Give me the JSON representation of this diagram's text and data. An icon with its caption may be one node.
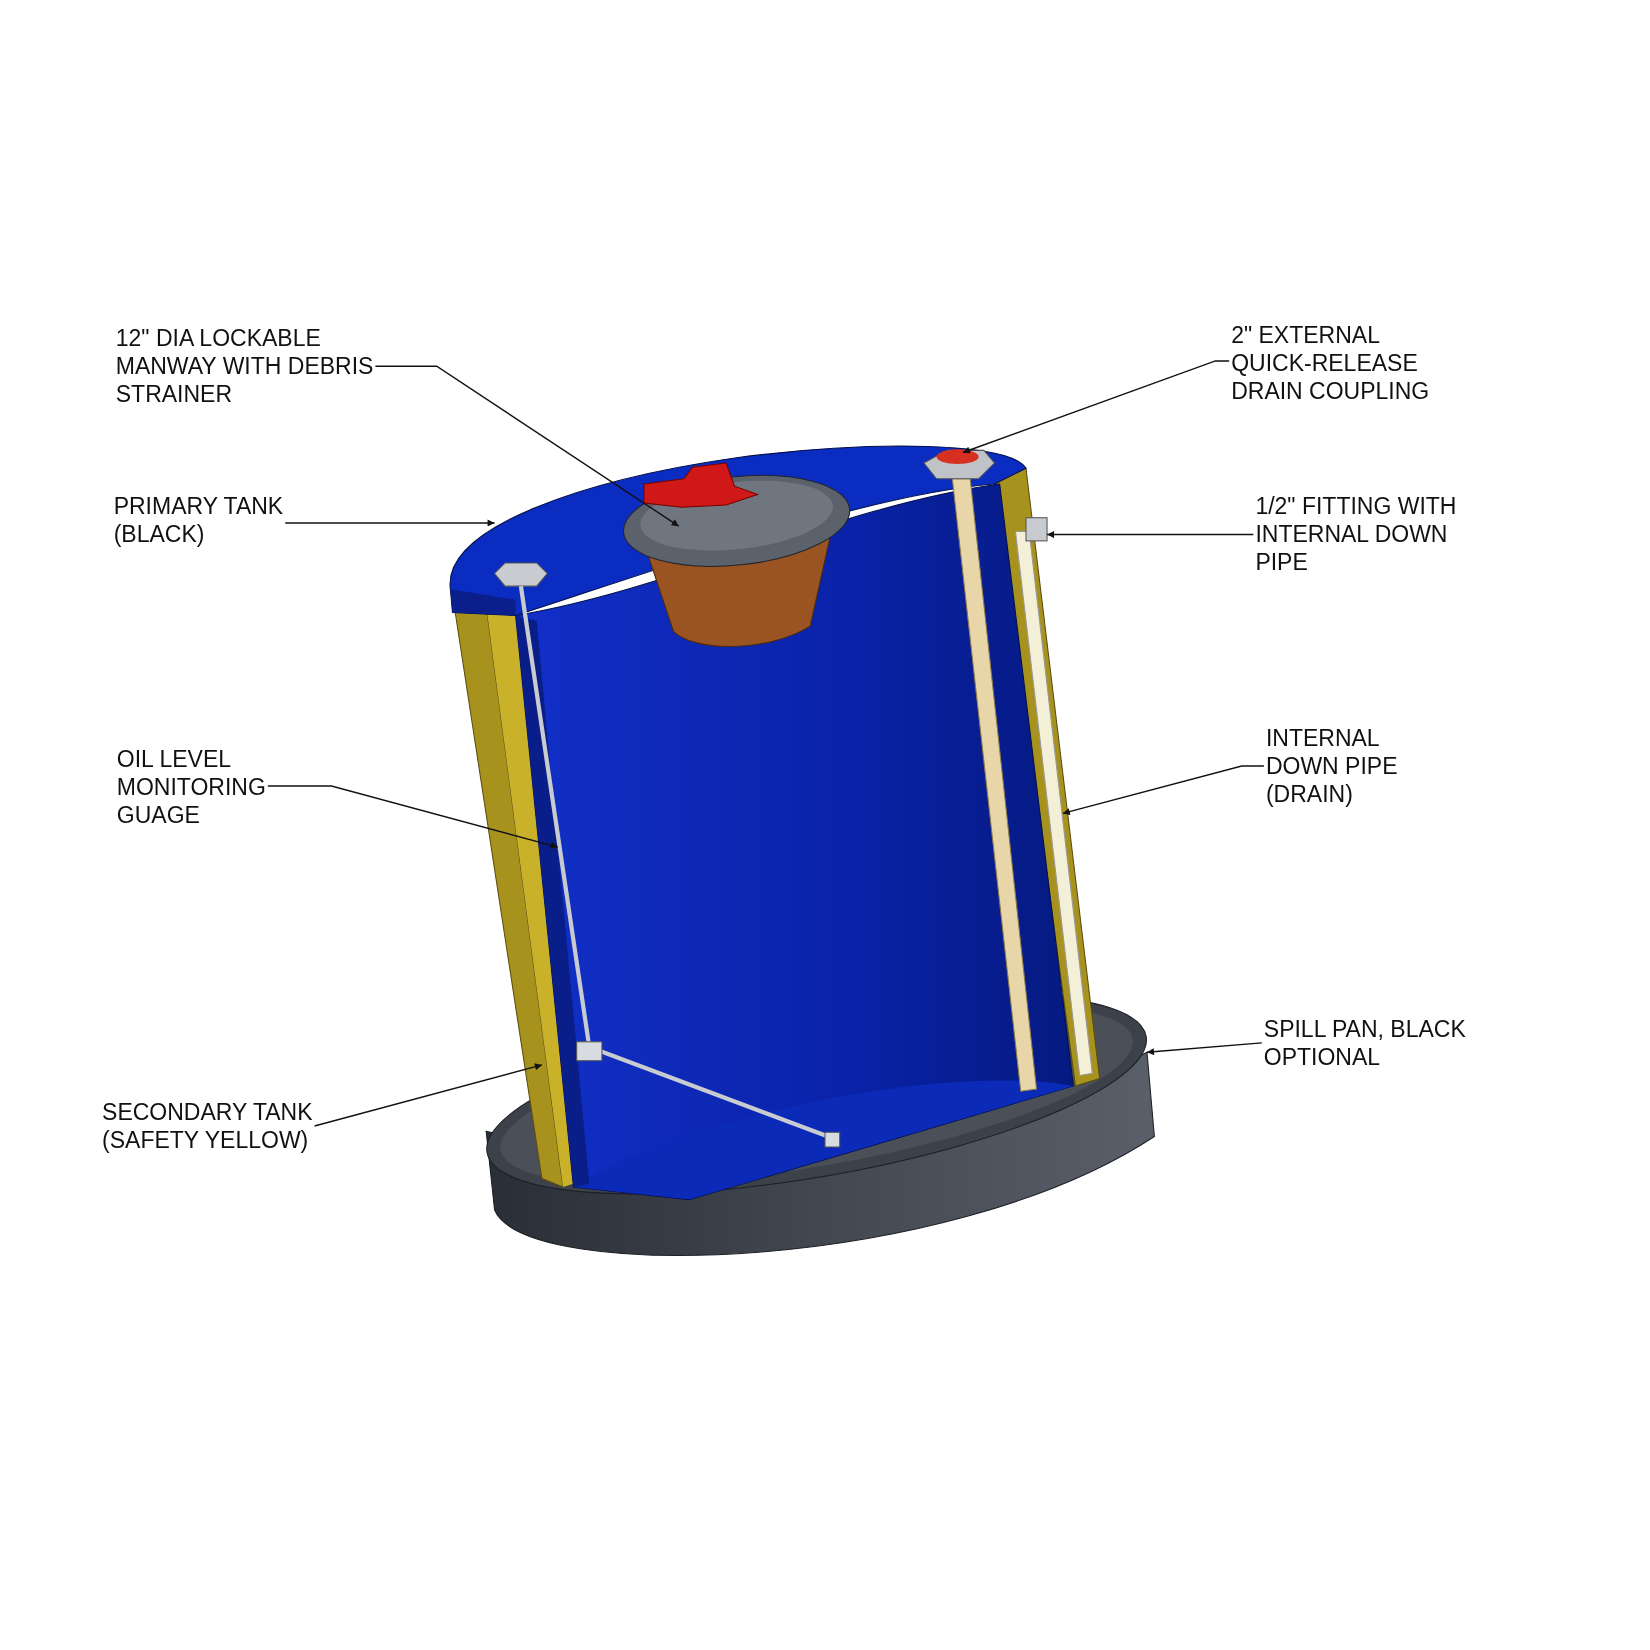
{
  "diagram": {
    "nodes": [
      {
        "text": [
          "12\" DIA LOCKABLE MANWAY WITH DEBRIS STRAINER"
        ]
      },
      {
        "text": [
          "2\" EXTERNAL QUICK-RELEASE DRAIN COUPLING"
        ]
      },
      {
        "text": [
          "PRIMARY TANK (BLACK)"
        ]
      },
      {
        "text": [
          "1/2\" FITTING WITH INTERNAL DOWN PIPE"
        ]
      },
      {
        "text": [
          "OIL LEVEL MONITORING GUAGE"
        ]
      },
      {
        "text": [
          "INTERNAL DOWN PIPE (DRAIN)"
        ]
      },
      {
        "text": [
          "SPILL PAN, BLACK OPTIONAL"
        ]
      },
      {
        "text": [
          "SECONDARY TANK (SAFETY YELLOW)"
        ]
      }
    ],
    "edges": [
      {
        "from": 0,
        "to": null,
        "arrow": "to"
      },
      {
        "from": 1,
        "to": null,
        "arrow": "to"
      },
      {
        "from": 2,
        "to": null,
        "arrow": "to"
      },
      {
        "from": 3,
        "to": null,
        "arrow": "to"
      },
      {
        "from": 4,
        "to": null,
        "arrow": "to"
      },
      {
        "from": 5,
        "to": null,
        "arrow": "to"
      },
      {
        "from": 6,
        "to": null,
        "arrow": "to"
      },
      {
        "from": 7,
        "to": null,
        "arrow": "to"
      }
    ]
  }
}
